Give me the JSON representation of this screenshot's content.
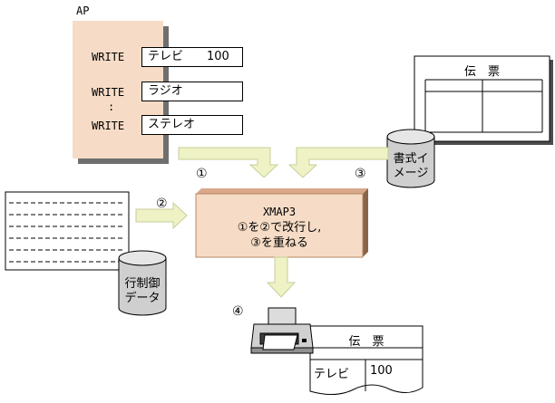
{
  "ap": {
    "label": "AP",
    "writes": [
      {
        "keyword": "WRITE",
        "value": "テレビ　　100"
      },
      {
        "keyword": "WRITE",
        "value": "ラジオ"
      },
      {
        "keyword": "WRITE",
        "value": "ステレオ"
      }
    ],
    "ellipsis": ":"
  },
  "form_image": {
    "sheet_title": "伝　票",
    "cylinder_label": "書式イ\nメージ"
  },
  "line_control": {
    "cylinder_label": "行制御\nデータ"
  },
  "xmap": {
    "title": "XMAP3",
    "line1": "①を②で改行し,",
    "line2": "③を重ねる"
  },
  "markers": {
    "one": "①",
    "two": "②",
    "three": "③",
    "four": "④"
  },
  "output": {
    "sheet_title": "伝　票",
    "item": "テレビ",
    "quantity": "100"
  },
  "colors": {
    "ap_box": "#f6dcc6",
    "arrow_fill": "#eef2c4",
    "cylinder": "#cfcfcf"
  }
}
